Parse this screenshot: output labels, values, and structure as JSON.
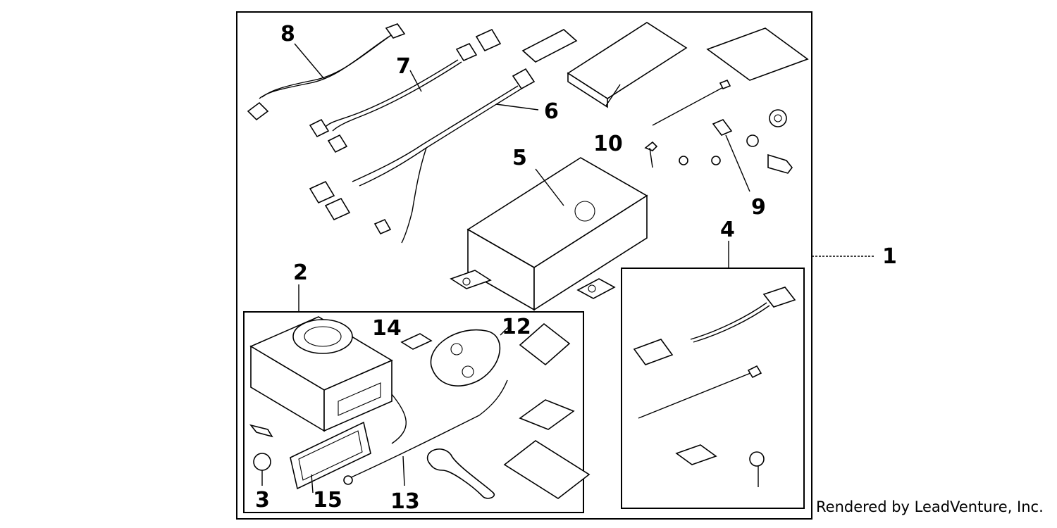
{
  "diagram": {
    "callouts": {
      "c1": "1",
      "c2": "2",
      "c3": "3",
      "c4": "4",
      "c5": "5",
      "c6": "6",
      "c7": "7",
      "c8": "8",
      "c9": "9",
      "c10": "10",
      "c12": "12",
      "c13": "13",
      "c14": "14",
      "c15": "15"
    },
    "credit": "Rendered by LeadVenture, Inc."
  }
}
